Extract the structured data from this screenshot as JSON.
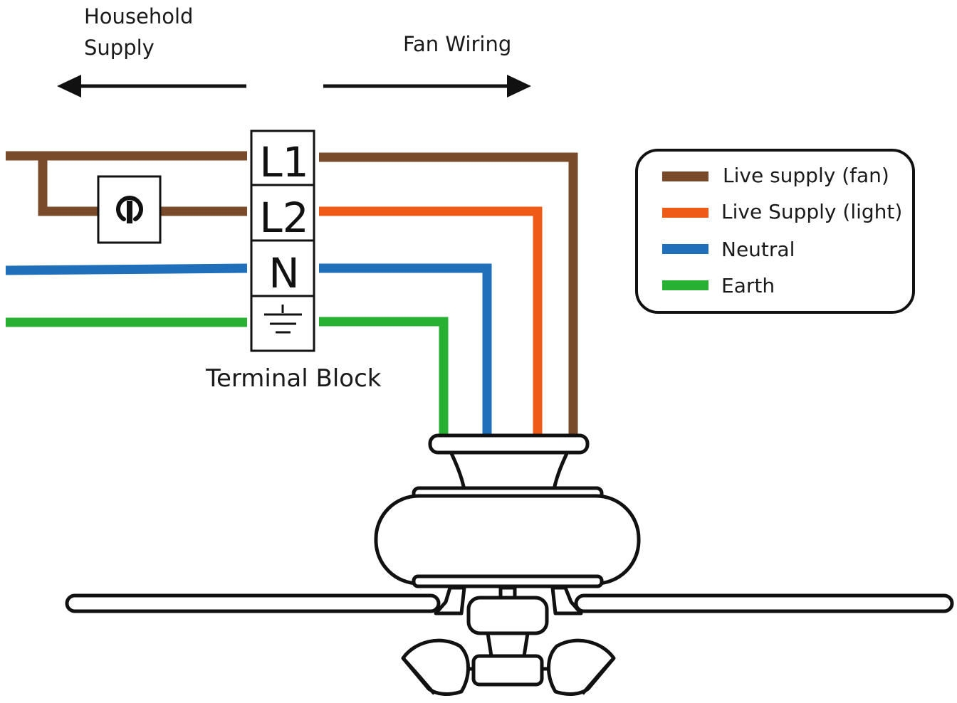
{
  "labels": {
    "household_line1": "Household",
    "household_line2": "Supply",
    "fan_wiring": "Fan Wiring",
    "terminal_block": "Terminal Block"
  },
  "terminals": [
    "L1",
    "L2",
    "N"
  ],
  "legend": {
    "items": [
      {
        "label": "Live supply (fan)",
        "color": "#7a4b2a"
      },
      {
        "label": "Live Supply (light)",
        "color": "#ef5a16"
      },
      {
        "label": "Neutral",
        "color": "#1f6fba"
      },
      {
        "label": "Earth",
        "color": "#27b031"
      }
    ]
  },
  "icons": {
    "switch": "power-switch-icon",
    "earth": "earth-ground-icon",
    "fan": "ceiling-fan-icon",
    "arrow_left": "arrow-left-icon",
    "arrow_right": "arrow-right-icon"
  },
  "colors": {
    "live_fan": "#7a4b2a",
    "live_light": "#ef5a16",
    "neutral": "#1f6fba",
    "earth": "#27b031",
    "outline": "#111111"
  }
}
